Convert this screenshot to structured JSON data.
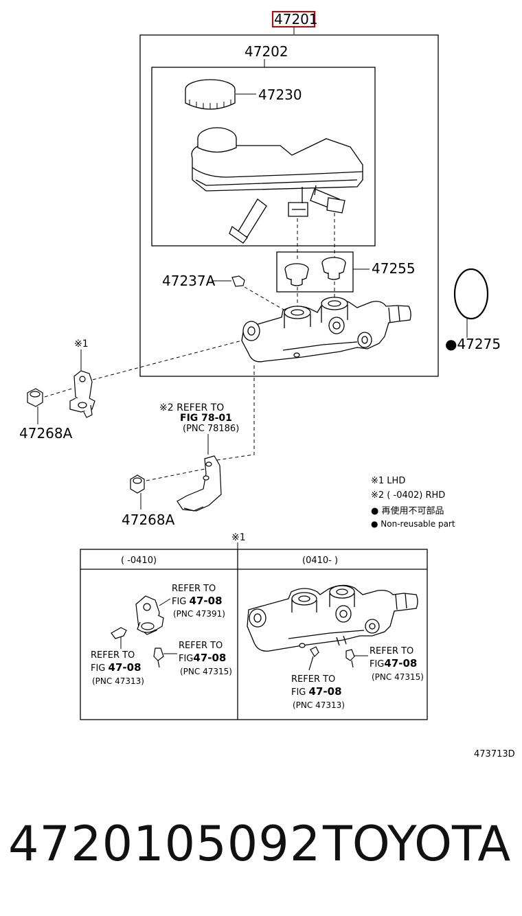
{
  "labels": {
    "p47201": "47201",
    "p47202": "47202",
    "p47230": "47230",
    "p47255": "47255",
    "p47237A": "47237A",
    "p47275": "●47275",
    "p47268A_1": "47268A",
    "p47268A_2": "47268A",
    "note1_mark_top": "※1",
    "note1_mark_box": "※1"
  },
  "refer_main": {
    "line1": "※2 REFER TO",
    "line2": "FIG 78-01",
    "line3": "(PNC 78186)"
  },
  "legend": {
    "lhd": "※1 LHD",
    "rhd": "※2 (      -0402) RHD",
    "jp": "● 再使用不可部品",
    "en": "● Non-reusable part"
  },
  "inset": {
    "left_header": "(      -0410)",
    "right_header": "(0410-      )",
    "left_refs": [
      {
        "l1": "REFER TO",
        "l2a": "FIG ",
        "l2b": "47-08",
        "l3": "(PNC 47391)"
      },
      {
        "l1": "REFER TO",
        "l2a": "FIG ",
        "l2b": "47-08",
        "l3": "(PNC 47313)"
      },
      {
        "l1": "REFER TO",
        "l2a": "FIG",
        "l2b": "47-08",
        "l3": "(PNC 47315)"
      }
    ],
    "right_refs": [
      {
        "l1": "REFER TO",
        "l2a": "FIG",
        "l2b": "47-08",
        "l3": "(PNC 47315)"
      },
      {
        "l1": "REFER TO",
        "l2a": "FIG ",
        "l2b": "47-08",
        "l3": "(PNC 47313)"
      }
    ]
  },
  "diagram_code": "473713D",
  "footer": {
    "part_number": "4720105092",
    "brand": "TOYOTA"
  },
  "colors": {
    "highlight_box": "#cc0000",
    "ink": "#000000"
  }
}
